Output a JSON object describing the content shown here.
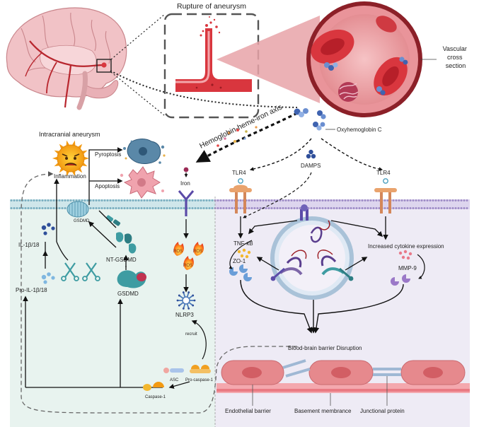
{
  "labels": {
    "rupture": "Rupture of aneurysm",
    "vascular_cross_section": "Vascular\ncross\nsection",
    "intracranial_aneurysm": "Intracranial aneurysm",
    "hemoglobin_axis": "Hemoglobin-heme-iron axis",
    "oxyhemoglobin": "Oxyhemoglobin C",
    "inflammation": "Inflammation",
    "pyroptosis": "Pyroptosis",
    "apoptosis": "Apoptosis",
    "gsdmd_pore": "GSDMD",
    "il1b18": "IL-1β/18",
    "pro_il1b18": "Pro-IL-1β/18",
    "nt_gsdmd": "NT-GSDMD",
    "gsdmd": "GSDMD",
    "iron": "Iron",
    "ros": "ROS",
    "nlrp3": "NLRP3",
    "recruit": "recruit",
    "asc": "ASC",
    "pro_caspase1": "Pro-caspase-1",
    "caspase1": "Caspase-1",
    "tlr4_left": "TLR4",
    "tlr4_right": "TLR4",
    "damps": "DAMPS",
    "tnfkb": "TNF-κB",
    "zo1": "ZO-1",
    "increased_cytokine": "Increased cytokine expression",
    "mmp9": "MMP-9",
    "bbb_disruption": "Blood-brain barrier Disruption",
    "endothelial_barrier": "Endothelial barrier",
    "basement_membrane": "Basement membrance",
    "junctional_protein": "Junctional protein"
  },
  "colors": {
    "left_cell_bg": "#e8f3ef",
    "right_cell_bg": "#eeebf5",
    "membrane_left": "#79aec0",
    "membrane_right": "#9e8cc6",
    "vessel_red": "#d9363e",
    "brain_pink": "#f1c2c6",
    "endothelial": "#e6898d",
    "inflammasome_blue": "#4a78b8",
    "gsdmd_teal": "#3e9ca2",
    "tlr_orange": "#e9a36d",
    "purple_protein": "#7d66a8"
  }
}
